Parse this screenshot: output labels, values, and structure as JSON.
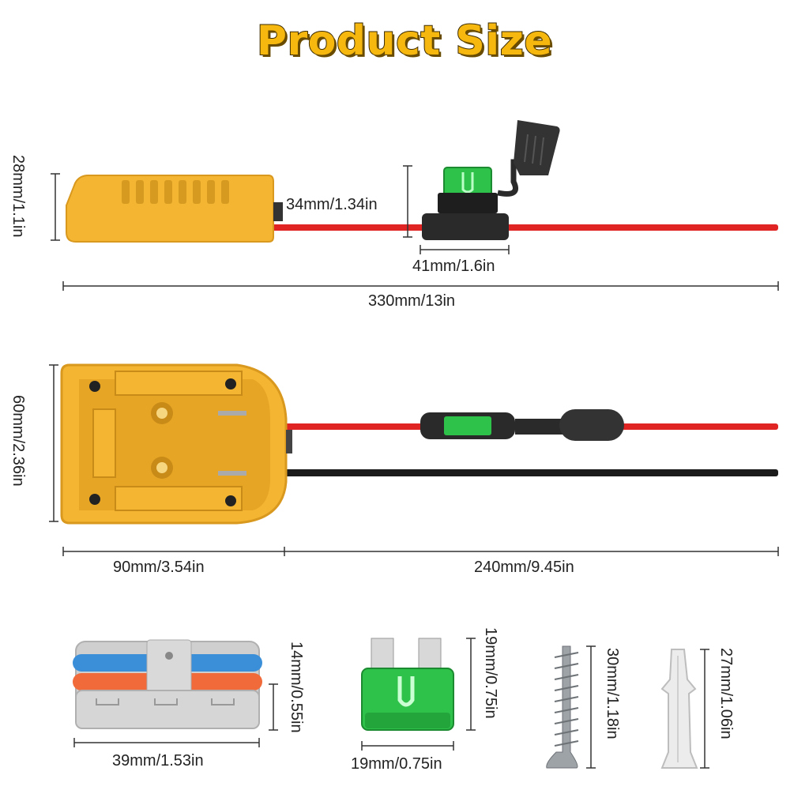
{
  "title": "Product Size",
  "dimensions": {
    "side_height": "28mm/1.1in",
    "fuse_holder_height": "34mm/1.34in",
    "fuse_holder_width": "41mm/1.6in",
    "side_total_length": "330mm/13in",
    "top_height": "60mm/2.36in",
    "adapter_width": "90mm/3.54in",
    "cable_length": "240mm/9.45in",
    "connector_height": "14mm/0.55in",
    "connector_width": "39mm/1.53in",
    "fuse_height": "19mm/0.75in",
    "fuse_width": "19mm/0.75in",
    "screw_length": "30mm/1.18in",
    "anchor_length": "27mm/1.06in"
  },
  "colors": {
    "adapter_yellow": "#f4b632",
    "cable_red": "#e02424",
    "cable_black": "#1b1b1b",
    "fuse_green": "#2ec24a",
    "title_yellow": "#f6b80f"
  }
}
